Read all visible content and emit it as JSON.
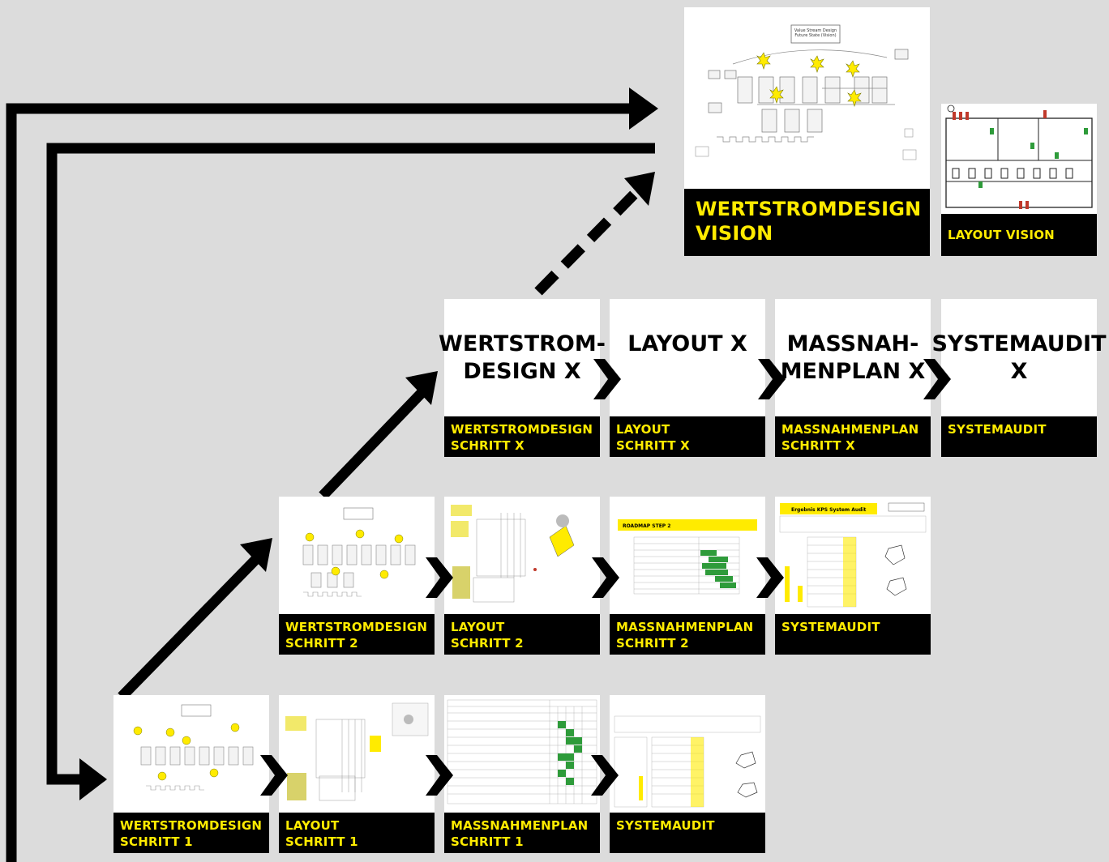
{
  "colors": {
    "background": "#dcdcdc",
    "caption_bg": "#000000",
    "caption_text": "#ffeb00",
    "arrow": "#000000",
    "card": "#ffffff",
    "highlight_green": "#2e9b3a",
    "highlight_yellow": "#ffeb00"
  },
  "vision": {
    "wertstrom": {
      "caption": "WERTSTROMDESIGN\nVISION",
      "thumb_title": "Value Stream Design\nFuture State (Vision)"
    },
    "layout": {
      "caption": "LAYOUT VISION"
    }
  },
  "row_x": {
    "wertstrom": {
      "big": "WERTSTROM-\nDESIGN X",
      "caption": "WERTSTROMDESIGN\nSCHRITT X"
    },
    "layout": {
      "big": "LAYOUT X",
      "caption": "LAYOUT\nSCHRITT X"
    },
    "massnahmen": {
      "big": "MASSNAH-\nMENPLAN X",
      "caption": "MASSNAHMENPLAN\nSCHRITT X"
    },
    "audit": {
      "big": "SYSTEMAUDIT\nX",
      "caption": "SYSTEMAUDIT"
    }
  },
  "row_2": {
    "wertstrom": {
      "caption": "WERTSTROMDESIGN\nSCHRITT 2"
    },
    "layout": {
      "caption": "LAYOUT\nSCHRITT 2"
    },
    "massnahmen": {
      "caption": "MASSNAHMENPLAN\nSCHRITT 2",
      "thumb_title": "ROADMAP STEP 2"
    },
    "audit": {
      "caption": "SYSTEMAUDIT",
      "thumb_title": "Ergebnis KPS System Audit"
    }
  },
  "row_1": {
    "wertstrom": {
      "caption": "WERTSTROMDESIGN\nSCHRITT 1"
    },
    "layout": {
      "caption": "LAYOUT\nSCHRITT 1"
    },
    "massnahmen": {
      "caption": "MASSNAHMENPLAN\nSCHRITT 1"
    },
    "audit": {
      "caption": "SYSTEMAUDIT"
    }
  }
}
